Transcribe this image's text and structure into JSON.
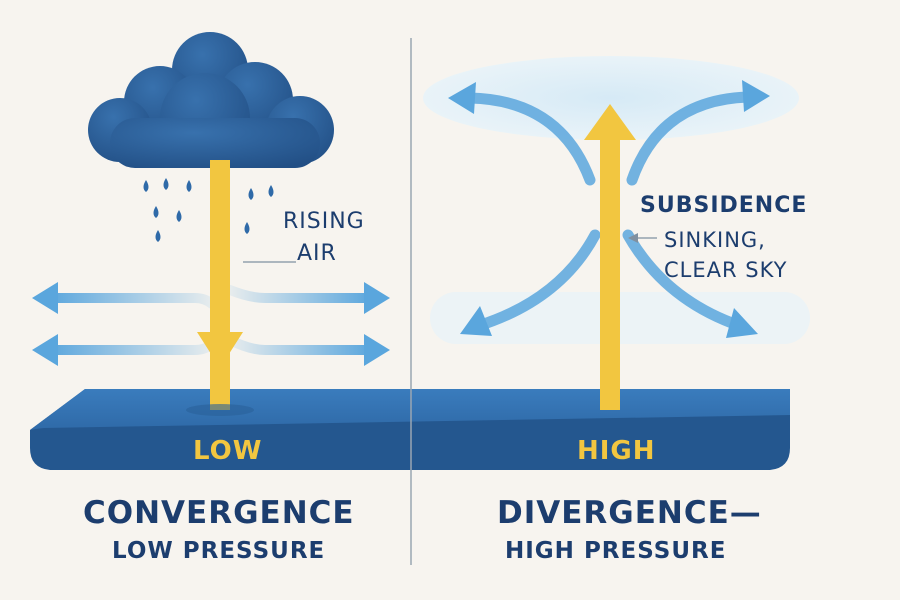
{
  "left_panel": {
    "rising_air_line1": "RISING",
    "rising_air_line2": "AIR",
    "base_label": "LOW",
    "title": "CONVERGENCE",
    "subtitle": "LOW PRESSURE"
  },
  "right_panel": {
    "subsidence_label": "SUBSIDENCE",
    "sinking_line1": "SINKING,",
    "sinking_line2": "CLEAR SKY",
    "base_label": "HIGH",
    "title": "DIVERGENCE—",
    "subtitle": "HIGH PRESSURE"
  },
  "colors": {
    "background": "#f7f4ef",
    "base_slab": "#2f6aa8",
    "cloud": "#2a5c94",
    "air_arrow": "#f2c640",
    "wind_arrow": "#5aa6dd",
    "text": "#1c3d6e",
    "base_text": "#f2c640"
  }
}
